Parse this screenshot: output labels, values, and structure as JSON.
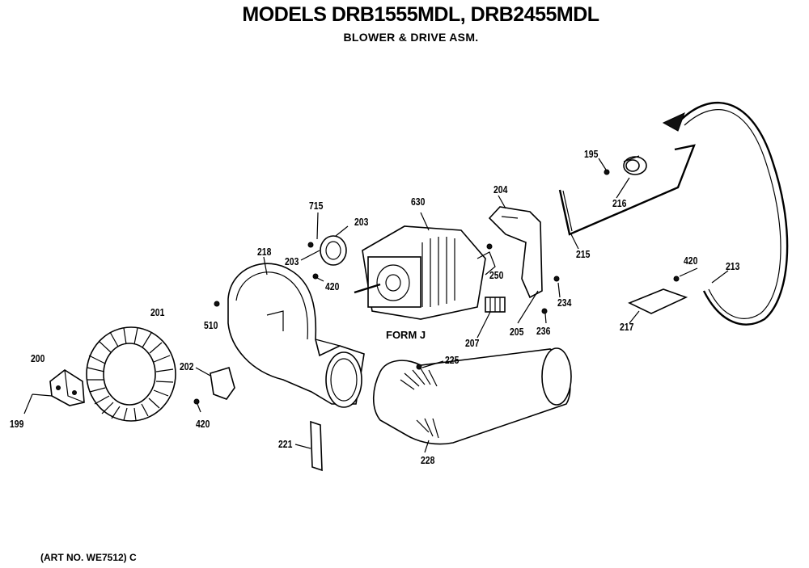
{
  "header": {
    "title": "MODELS DRB1555MDL, DRB2455MDL",
    "subtitle": "BLOWER & DRIVE ASM."
  },
  "footer": {
    "art_no": "(ART NO. WE7512) C"
  },
  "diagram": {
    "form_label": "FORM J",
    "callouts": {
      "c199": "199",
      "c200": "200",
      "c201": "201",
      "c202": "202",
      "c420a": "420",
      "c510": "510",
      "c218": "218",
      "c715": "715",
      "c203a": "203",
      "c203b": "203",
      "c420b": "420",
      "c630": "630",
      "c204": "204",
      "c250": "250",
      "c234": "234",
      "c207": "207",
      "c205": "205",
      "c236": "236",
      "c225": "225",
      "c221": "221",
      "c228": "228",
      "c195": "195",
      "c216": "216",
      "c215": "215",
      "c420c": "420",
      "c213": "213",
      "c217": "217"
    }
  }
}
